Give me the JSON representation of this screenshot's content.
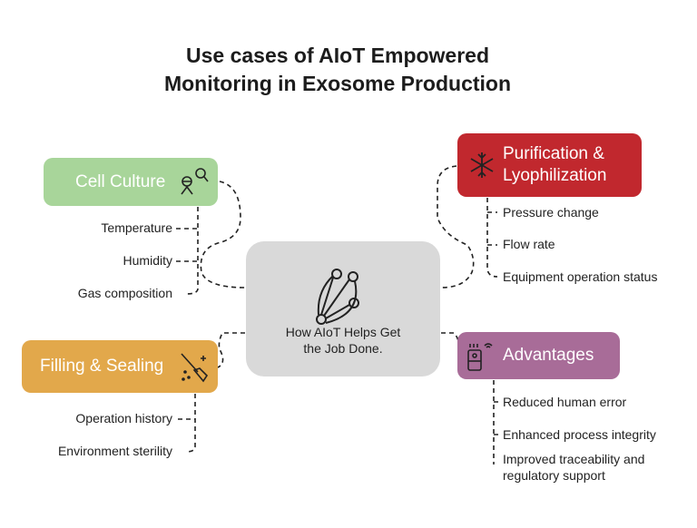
{
  "title": {
    "line1": "Use cases of AIoT Empowered",
    "line2": "Monitoring in Exosome Production"
  },
  "center": {
    "label_line1": "How AIoT Helps Get",
    "label_line2": "the Job Done.",
    "icon": "network-nodes-icon"
  },
  "cell_culture": {
    "label": "Cell Culture",
    "icon": "scientist-search-icon",
    "color": "#a8d59a",
    "items": [
      "Temperature",
      "Humidity",
      "Gas composition"
    ]
  },
  "purification": {
    "label_line1": "Purification &",
    "label_line2": "Lyophilization",
    "icon": "snowflake-icon",
    "color": "#c1282e",
    "items": [
      "Pressure change",
      "Flow rate",
      "Equipment operation status"
    ]
  },
  "filling": {
    "label": "Filling & Sealing",
    "icon": "broom-sparkle-icon",
    "color": "#e2a84b",
    "items": [
      "Operation history",
      "Environment sterility"
    ]
  },
  "advantages": {
    "label": "Advantages",
    "icon": "smart-device-icon",
    "color": "#a86c98",
    "items": [
      "Reduced human error",
      "Enhanced process integrity",
      "Improved traceability and",
      "regulatory support"
    ]
  }
}
